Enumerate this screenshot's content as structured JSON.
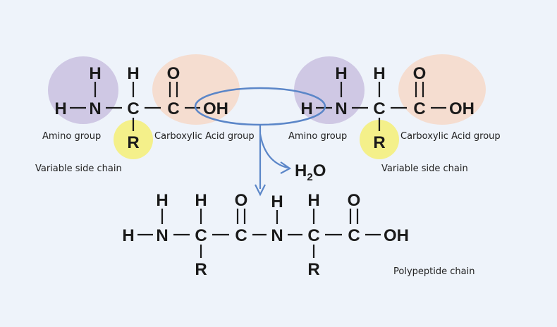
{
  "atoms": {
    "H": "H",
    "N": "N",
    "C": "C",
    "O": "O",
    "OH": "OH",
    "R": "R"
  },
  "water": {
    "main": "H",
    "sub": "2",
    "tail": "O"
  },
  "labels": {
    "amino_group": "Amino group",
    "carboxylic_acid_group": "Carboxylic Acid group",
    "variable_side_chain": "Variable side chain",
    "polypeptide_chain": "Polypeptide chain"
  },
  "colors": {
    "background": "#eef3fa",
    "amino_highlight": "#cfc8e4",
    "carboxyl_highlight": "#f5ddd0",
    "side_chain_highlight": "#f4f08a",
    "reaction_ring": "#5b86c8",
    "arrow": "#5b86c8",
    "text": "#1a1a1a"
  }
}
